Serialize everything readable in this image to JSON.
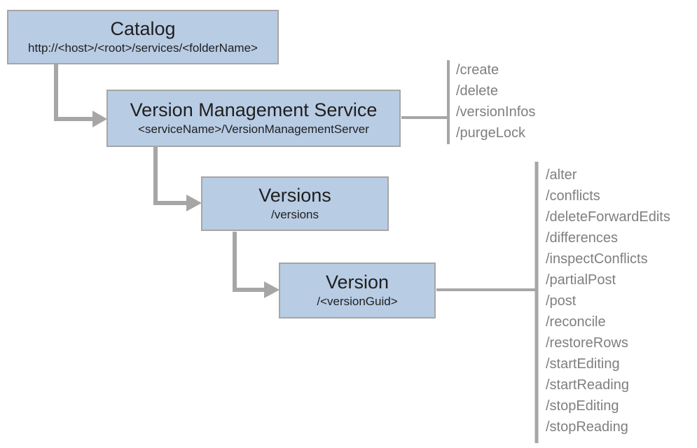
{
  "nodes": {
    "catalog": {
      "title": "Catalog",
      "subtitle": "http://<host>/<root>/services/<folderName>"
    },
    "vms": {
      "title": "Version Management Service",
      "subtitle": "<serviceName>/VersionManagementServer",
      "operations": [
        "/create",
        "/delete",
        "/versionInfos",
        "/purgeLock"
      ]
    },
    "versions": {
      "title": "Versions",
      "subtitle": "/versions"
    },
    "version": {
      "title": "Version",
      "subtitle": "/<versionGuid>",
      "operations": [
        "/alter",
        "/conflicts",
        "/deleteForwardEdits",
        "/differences",
        "/inspectConflicts",
        "/partialPost",
        "/post",
        "/reconcile",
        "/restoreRows",
        "/startEditing",
        "/startReading",
        "/stopEditing",
        "/stopReading"
      ]
    }
  },
  "colors": {
    "box_fill": "#b8cce4",
    "box_border": "#a6a6a6",
    "connector": "#a6a6a6",
    "operations_text": "#7f7f7f",
    "node_text": "#1f1f1f",
    "background": "#ffffff"
  }
}
